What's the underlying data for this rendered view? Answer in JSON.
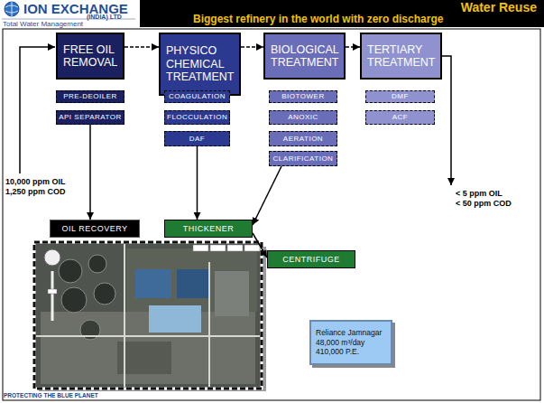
{
  "diagram": {
    "title": "Water Reuse",
    "nodes": [
      {
        "text": [
          "FREE OIL REMOVAL"
        ]
      },
      {
        "text": [
          "PHYSICO CHEMICAL TREATMENT"
        ]
      },
      {
        "text": [
          "BIOLOGICAL TREATMENT"
        ]
      },
      {
        "text": [
          "TERTIARY TREATMENT"
        ]
      },
      {
        "text": [
          "PRE-DEOILER"
        ]
      },
      {
        "text": [
          "COAGULATION"
        ]
      },
      {
        "text": [
          "BIOTOWER"
        ]
      },
      {
        "text": [
          "DMF"
        ]
      },
      {
        "text": [
          "API SEPARATOR"
        ]
      },
      {
        "text": [
          "FLOCCULATION"
        ]
      },
      {
        "text": [
          "ANOXIC"
        ]
      },
      {
        "text": [
          "ACF"
        ]
      },
      {
        "text": [
          "DAF"
        ]
      },
      {
        "text": [
          "AERATION"
        ]
      },
      {
        "text": [
          "CLARIFICATION"
        ]
      },
      {
        "text": [
          "OIL RECOVERY"
        ]
      },
      {
        "text": [
          "THICKENER"
        ]
      },
      {
        "text": [
          "CENTRIFUGE"
        ]
      },
      {
        "text": [
          "Reliance Jamnagar",
          "48,000 m³/day",
          "410,000 P.E."
        ]
      }
    ],
    "edges": [
      {
        "from": 0,
        "to": 1,
        "arrow": "to"
      },
      {
        "from": 1,
        "to": 2,
        "arrow": "to"
      },
      {
        "from": 2,
        "to": 3,
        "arrow": "to"
      },
      {
        "from": 8,
        "to": 15,
        "arrow": "to"
      },
      {
        "from": 12,
        "to": 16,
        "arrow": "to"
      },
      {
        "from": 14,
        "to": 16,
        "arrow": "to"
      },
      {
        "from": 16,
        "to": 17,
        "arrow": "to"
      }
    ],
    "labels": [
      "ION EXCHANGE",
      "(INDIA) LTD",
      "Total Water Management",
      "Biggest refinery in the world with zero discharge",
      "10,000 ppm OIL",
      "1,250 ppm COD",
      "< 5 ppm OIL",
      "< 50 ppm COD",
      "PROTECTING THE BLUE PLANET"
    ]
  }
}
